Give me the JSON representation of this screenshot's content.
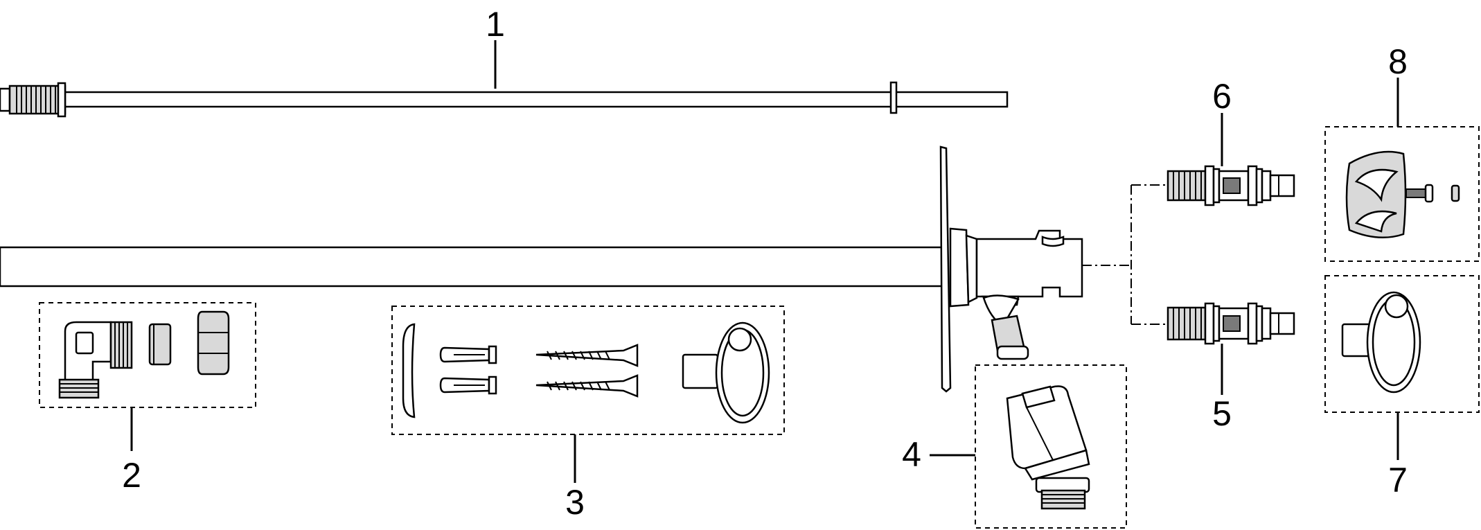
{
  "diagram": {
    "callouts": [
      {
        "id": "1",
        "text": "1"
      },
      {
        "id": "2",
        "text": "2"
      },
      {
        "id": "3",
        "text": "3"
      },
      {
        "id": "4",
        "text": "4"
      },
      {
        "id": "5",
        "text": "5"
      },
      {
        "id": "6",
        "text": "6"
      },
      {
        "id": "7",
        "text": "7"
      },
      {
        "id": "8",
        "text": "8"
      }
    ],
    "parts": [
      {
        "id": "1",
        "icon": "extension-rod-icon"
      },
      {
        "id": "2",
        "icon": "elbow-fitting-set-icon"
      },
      {
        "id": "3",
        "icon": "mounting-kit-icon"
      },
      {
        "id": "4",
        "icon": "hose-adapter-icon"
      },
      {
        "id": "5",
        "icon": "valve-cartridge-icon"
      },
      {
        "id": "6",
        "icon": "valve-cartridge-icon"
      },
      {
        "id": "7",
        "icon": "loose-key-icon"
      },
      {
        "id": "8",
        "icon": "handle-knob-set-icon"
      }
    ],
    "colors": {
      "line": "#000000",
      "fill": "#ffffff",
      "shade": "#d9d9d9",
      "dark": "#7a7a7a"
    }
  }
}
